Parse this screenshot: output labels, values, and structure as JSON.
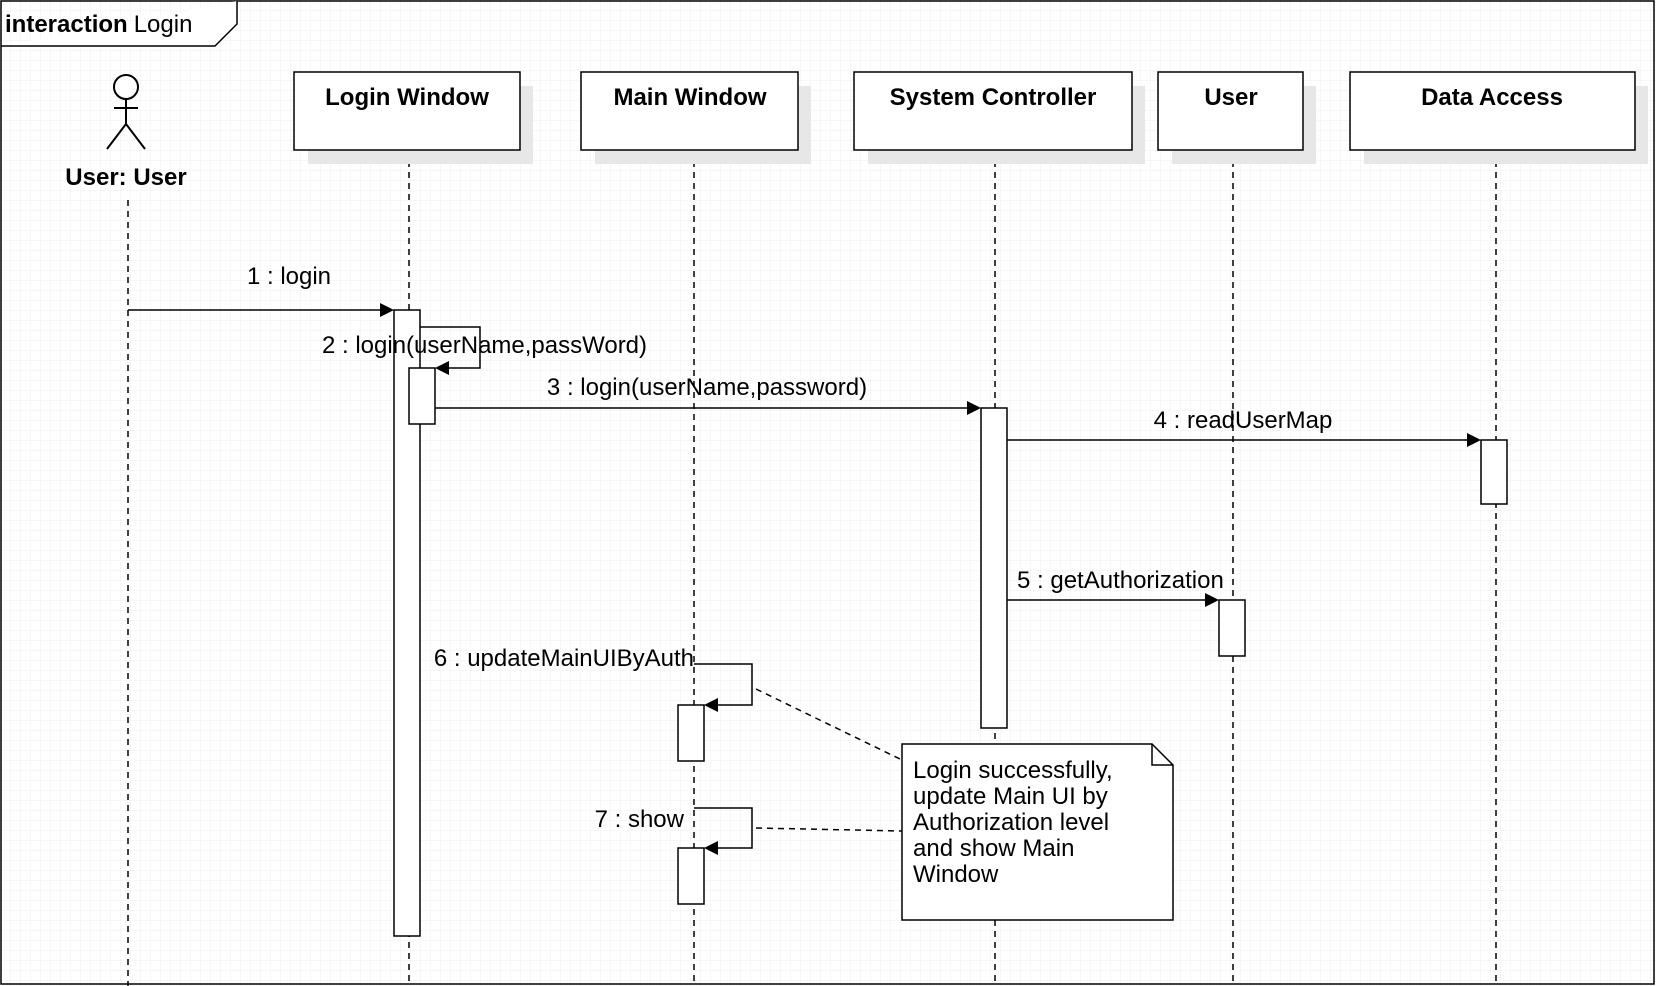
{
  "frame": {
    "keyword": "interaction",
    "name": "Login"
  },
  "actor": {
    "name": "User: User"
  },
  "lifelines": [
    {
      "id": "login-window",
      "name": "Login Window"
    },
    {
      "id": "main-window",
      "name": "Main Window"
    },
    {
      "id": "system-controller",
      "name": "System Controller"
    },
    {
      "id": "user",
      "name": "User"
    },
    {
      "id": "data-access",
      "name": "Data Access"
    }
  ],
  "messages": [
    {
      "id": "m1",
      "label": "1 : login",
      "from": "actor",
      "to": "login-window"
    },
    {
      "id": "m2",
      "label": "2 : login(userName,passWord)",
      "from": "login-window",
      "to": "login-window",
      "self": true
    },
    {
      "id": "m3",
      "label": "3 : login(userName,password)",
      "from": "login-window",
      "to": "system-controller"
    },
    {
      "id": "m4",
      "label": "4 : readUserMap",
      "from": "system-controller",
      "to": "data-access"
    },
    {
      "id": "m5",
      "label": "5 : getAuthorization",
      "from": "system-controller",
      "to": "user"
    },
    {
      "id": "m6",
      "label": "6 : updateMainUIByAuth",
      "from": "main-window",
      "to": "main-window",
      "self": true
    },
    {
      "id": "m7",
      "label": "7 : show",
      "from": "main-window",
      "to": "main-window",
      "self": true
    }
  ],
  "note": {
    "lines": [
      "Login successfully,",
      "update Main UI by",
      "Authorization level",
      "and show Main",
      "Window"
    ]
  }
}
